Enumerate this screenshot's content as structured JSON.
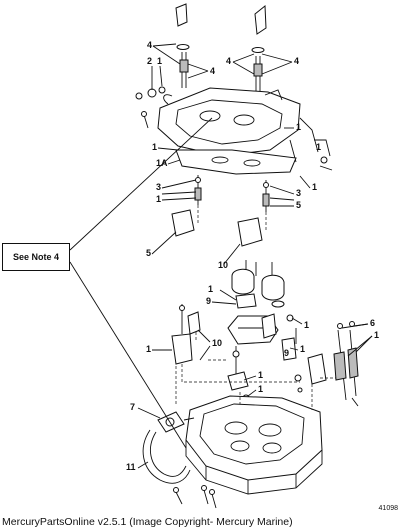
{
  "note_box": {
    "label": "See Note 4"
  },
  "caption": "MercuryPartsOnline v2.5.1 (Image Copyright- Mercury Marine)",
  "figure_number": "41098",
  "callouts": [
    "4",
    "4",
    "2",
    "1",
    "4",
    "4",
    "1",
    "1",
    "1A",
    "1",
    "1",
    "3",
    "1",
    "3",
    "5",
    "5",
    "10",
    "1",
    "9",
    "10",
    "1",
    "1",
    "6",
    "1",
    "1",
    "9",
    "1",
    "1",
    "7",
    "11"
  ]
}
